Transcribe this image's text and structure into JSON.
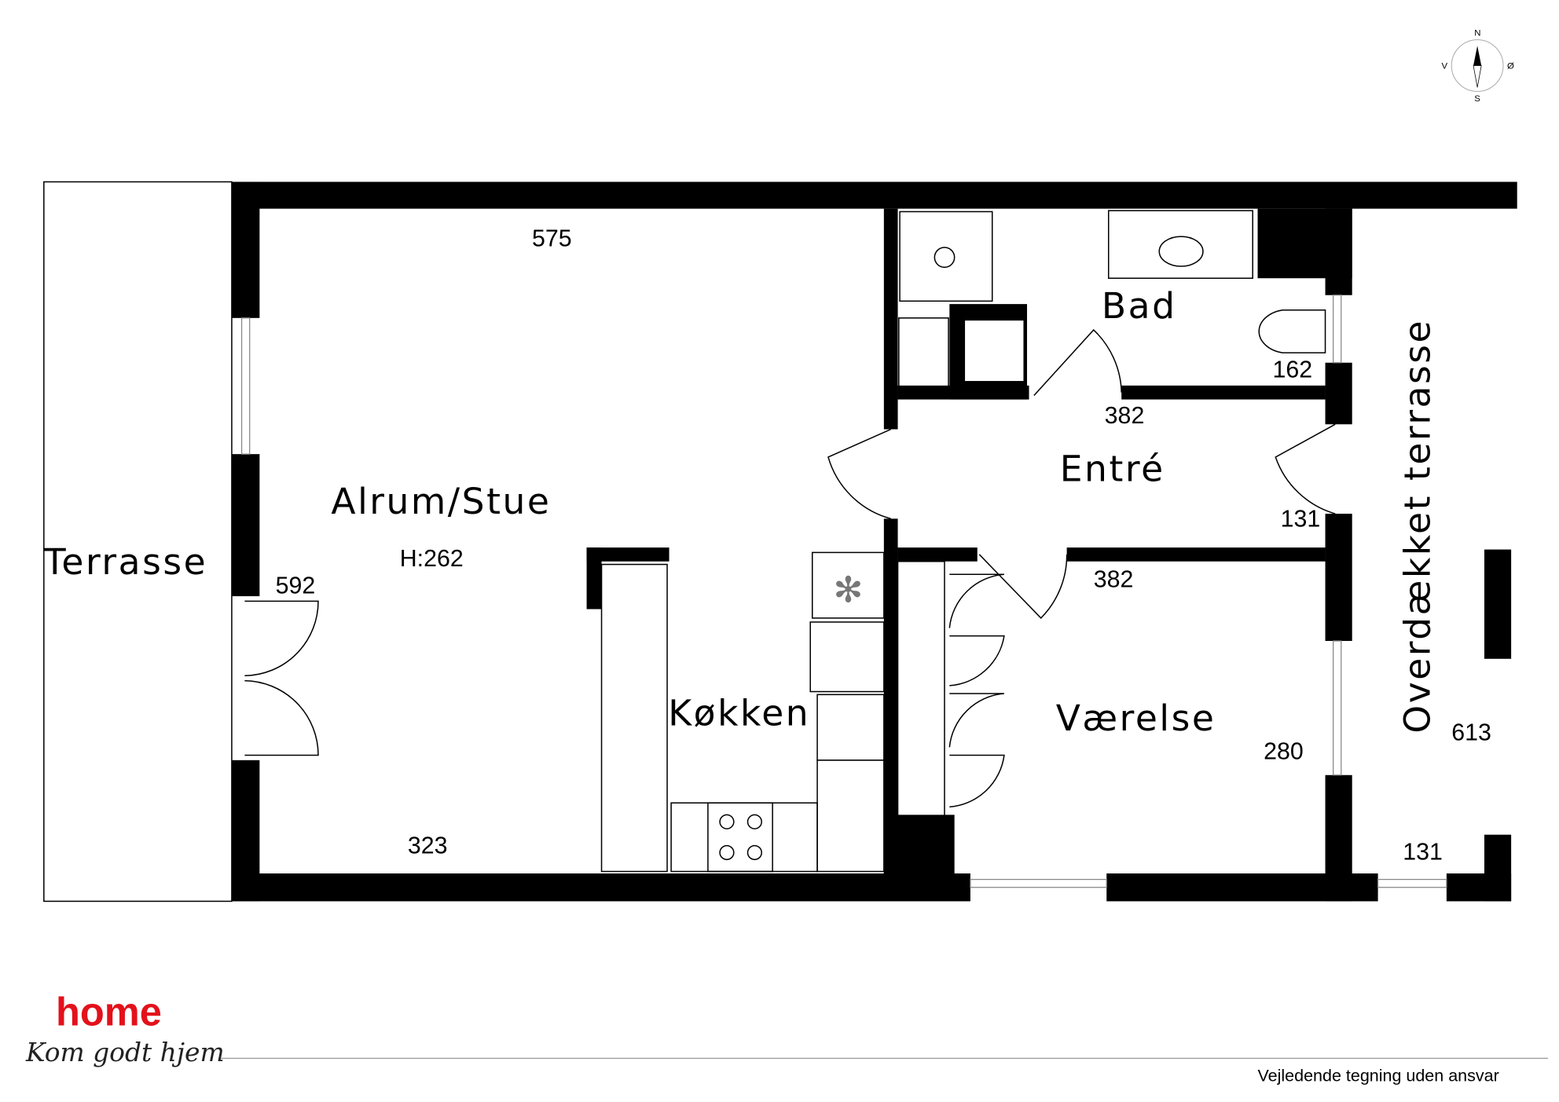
{
  "compass": {
    "north": "N",
    "south": "S",
    "west": "V",
    "east": "Ø"
  },
  "rooms": {
    "terrace": "Terrasse",
    "living": "Alrum/Stue",
    "living_height": "H:262",
    "kitchen": "Køkken",
    "bath": "Bad",
    "entry": "Entré",
    "bedroom": "Værelse",
    "covered_terrace": "Overdækket terrasse"
  },
  "dimensions": {
    "living_top": "575",
    "living_left": "592",
    "living_bottom": "323",
    "bath": "162",
    "bath_entry": "382",
    "entry_side": "131",
    "entry_bedroom": "382",
    "bedroom": "280",
    "covered_terrace": "613",
    "covered_terrace_bottom": "131"
  },
  "logo": {
    "brand": "home",
    "tagline": "Kom godt hjem",
    "brand_color": "#e3111b"
  },
  "footer": {
    "disclaimer": "Vejledende tegning uden ansvar"
  }
}
